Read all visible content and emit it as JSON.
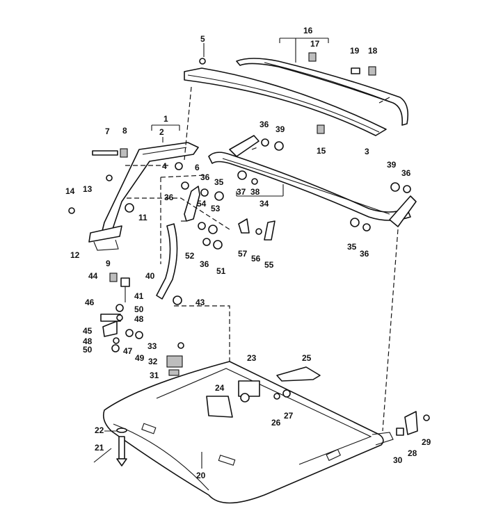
{
  "diagram": {
    "callouts": [
      {
        "id": "c1",
        "text": "1"
      },
      {
        "id": "c2",
        "text": "2"
      },
      {
        "id": "c3",
        "text": "3"
      },
      {
        "id": "c4",
        "text": "4"
      },
      {
        "id": "c5",
        "text": "5"
      },
      {
        "id": "c6",
        "text": "6"
      },
      {
        "id": "c7",
        "text": "7"
      },
      {
        "id": "c8",
        "text": "8"
      },
      {
        "id": "c9",
        "text": "9"
      },
      {
        "id": "c11",
        "text": "11"
      },
      {
        "id": "c12",
        "text": "12"
      },
      {
        "id": "c13",
        "text": "13"
      },
      {
        "id": "c14",
        "text": "14"
      },
      {
        "id": "c15",
        "text": "15"
      },
      {
        "id": "c16",
        "text": "16"
      },
      {
        "id": "c17",
        "text": "17"
      },
      {
        "id": "c18",
        "text": "18"
      },
      {
        "id": "c19",
        "text": "19"
      },
      {
        "id": "c20",
        "text": "20"
      },
      {
        "id": "c21",
        "text": "21"
      },
      {
        "id": "c22",
        "text": "22"
      },
      {
        "id": "c23",
        "text": "23"
      },
      {
        "id": "c24",
        "text": "24"
      },
      {
        "id": "c25",
        "text": "25"
      },
      {
        "id": "c26",
        "text": "26"
      },
      {
        "id": "c27",
        "text": "27"
      },
      {
        "id": "c28",
        "text": "28"
      },
      {
        "id": "c29",
        "text": "29"
      },
      {
        "id": "c30",
        "text": "30"
      },
      {
        "id": "c31",
        "text": "31"
      },
      {
        "id": "c32",
        "text": "32"
      },
      {
        "id": "c33",
        "text": "33"
      },
      {
        "id": "c34",
        "text": "34"
      },
      {
        "id": "c35a",
        "text": "35"
      },
      {
        "id": "c35b",
        "text": "35"
      },
      {
        "id": "c36a",
        "text": "36"
      },
      {
        "id": "c36b",
        "text": "36"
      },
      {
        "id": "c36c",
        "text": "36"
      },
      {
        "id": "c36d",
        "text": "36"
      },
      {
        "id": "c36e",
        "text": "36"
      },
      {
        "id": "c36f",
        "text": "36"
      },
      {
        "id": "c37",
        "text": "37"
      },
      {
        "id": "c38",
        "text": "38"
      },
      {
        "id": "c39a",
        "text": "39"
      },
      {
        "id": "c39b",
        "text": "39"
      },
      {
        "id": "c40",
        "text": "40"
      },
      {
        "id": "c41",
        "text": "41"
      },
      {
        "id": "c43",
        "text": "43"
      },
      {
        "id": "c44",
        "text": "44"
      },
      {
        "id": "c45",
        "text": "45"
      },
      {
        "id": "c46",
        "text": "46"
      },
      {
        "id": "c47",
        "text": "47"
      },
      {
        "id": "c48a",
        "text": "48"
      },
      {
        "id": "c48b",
        "text": "48"
      },
      {
        "id": "c49",
        "text": "49"
      },
      {
        "id": "c50a",
        "text": "50"
      },
      {
        "id": "c50b",
        "text": "50"
      },
      {
        "id": "c51",
        "text": "51"
      },
      {
        "id": "c52",
        "text": "52"
      },
      {
        "id": "c53",
        "text": "53"
      },
      {
        "id": "c54",
        "text": "54"
      },
      {
        "id": "c55",
        "text": "55"
      },
      {
        "id": "c56",
        "text": "56"
      },
      {
        "id": "c57",
        "text": "57"
      }
    ]
  }
}
